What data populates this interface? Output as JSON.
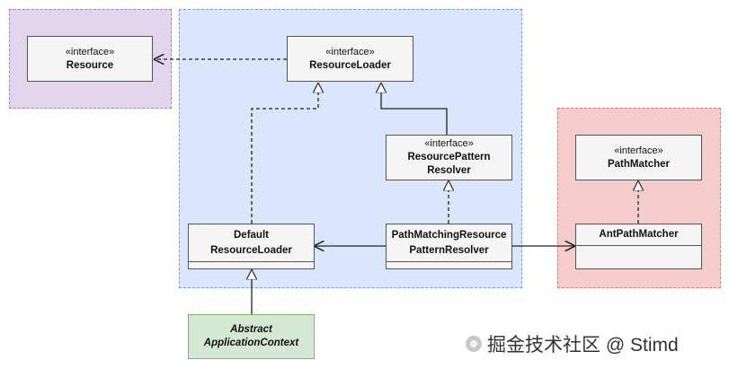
{
  "diagram": {
    "nodes": {
      "resource": {
        "stereotype": "«interface»",
        "name": "Resource"
      },
      "resource_loader": {
        "stereotype": "«interface»",
        "name": "ResourceLoader"
      },
      "resource_pattern_resolver": {
        "stereotype": "«interface»",
        "name_line1": "ResourcePattern",
        "name_line2": "Resolver"
      },
      "path_matcher": {
        "stereotype": "«interface»",
        "name": "PathMatcher"
      },
      "default_resource_loader": {
        "name_line1": "Default",
        "name_line2": "ResourceLoader"
      },
      "path_matching_resource_pattern_resolver": {
        "name_line1": "PathMatchingResource",
        "name_line2": "PatternResolver"
      },
      "ant_path_matcher": {
        "name": "AntPathMatcher"
      },
      "abstract_application_context": {
        "name_line1": "Abstract",
        "name_line2": "ApplicationContext"
      }
    },
    "colors": {
      "purple_group": "#e3d5ec",
      "blue_group": "#d9e6fb",
      "red_group": "#f7cccc",
      "green_class": "#d5e8d4"
    }
  },
  "watermark": {
    "text": "掘金技术社区 @ Stimd"
  }
}
